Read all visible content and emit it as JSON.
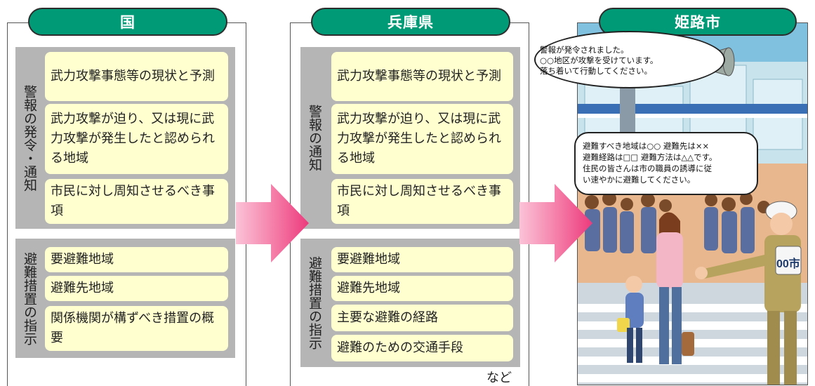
{
  "panels": {
    "kuni": {
      "title": "国",
      "group1_label": "警報の発令・通知",
      "group1_items": [
        "武力攻撃事態等の現状と予測",
        "武力攻撃が迫り、又は現に武力攻撃が発生したと認められる地域",
        "市民に対し周知させるべき事項"
      ],
      "group2_label": "避難措置の指示",
      "group2_items": [
        "要避難地域",
        "避難先地域",
        "関係機関が構ずべき措置の概要"
      ]
    },
    "hyogo": {
      "title": "兵庫県",
      "group1_label": "警報の通知",
      "group1_items": [
        "武力攻撃事態等の現状と予測",
        "武力攻撃が迫り、又は現に武力攻撃が発生したと認められる地域",
        "市民に対し周知させるべき事項"
      ],
      "group2_label": "避難措置の指示",
      "group2_items": [
        "要避難地域",
        "避難先地域",
        "主要な避難の経路",
        "避難のための交通手段"
      ],
      "footnote": "など"
    },
    "himeji": {
      "title": "姫路市",
      "bubble1": [
        "警報が発令されました。",
        "○○地区が攻撃を受けています。",
        "落ち着いて行動してください。"
      ],
      "bubble2": [
        "避難すべき地域は○○ 避難先は××",
        "避難経路は□□ 避難方法は△△です。",
        "住民の皆さんは市の職員の誘導に従",
        "い速やかに避難してください。"
      ],
      "armband": "00市"
    }
  },
  "colors": {
    "tab_green": "#009a77",
    "group_gray": "#b5b5b5",
    "item_yellow": "#ffffcf",
    "arrow_pink": "#f0508a"
  }
}
